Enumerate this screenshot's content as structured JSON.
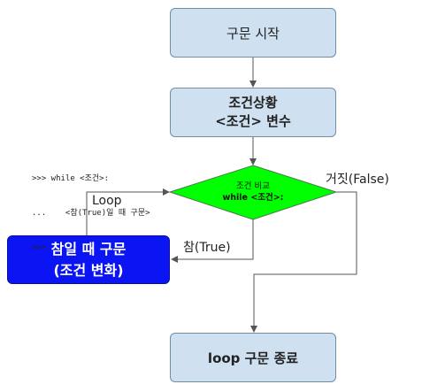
{
  "nodes": {
    "start": "구문 시작",
    "setup_line1": "조건상황",
    "setup_line2": "<조건> 변수",
    "compare_line1": "조건 비교",
    "compare_line2": "while <조건>:",
    "true_stmt_line1": "참일 때 구문",
    "true_stmt_line2": "(조건 변화)",
    "end": "loop 구문 종료"
  },
  "edge_labels": {
    "loop": "Loop",
    "true": "참(True)",
    "false": "거짓(False)"
  },
  "code_snippet": {
    "line1": ">>> while <조건>:",
    "line2": "...    <참(True)일 때 구문>",
    "line3": ">>>"
  },
  "colors": {
    "process_fill": "#cfe0f1",
    "decision_fill": "#00ff00",
    "highlight_fill": "#0b14f2",
    "line": "#555555"
  }
}
